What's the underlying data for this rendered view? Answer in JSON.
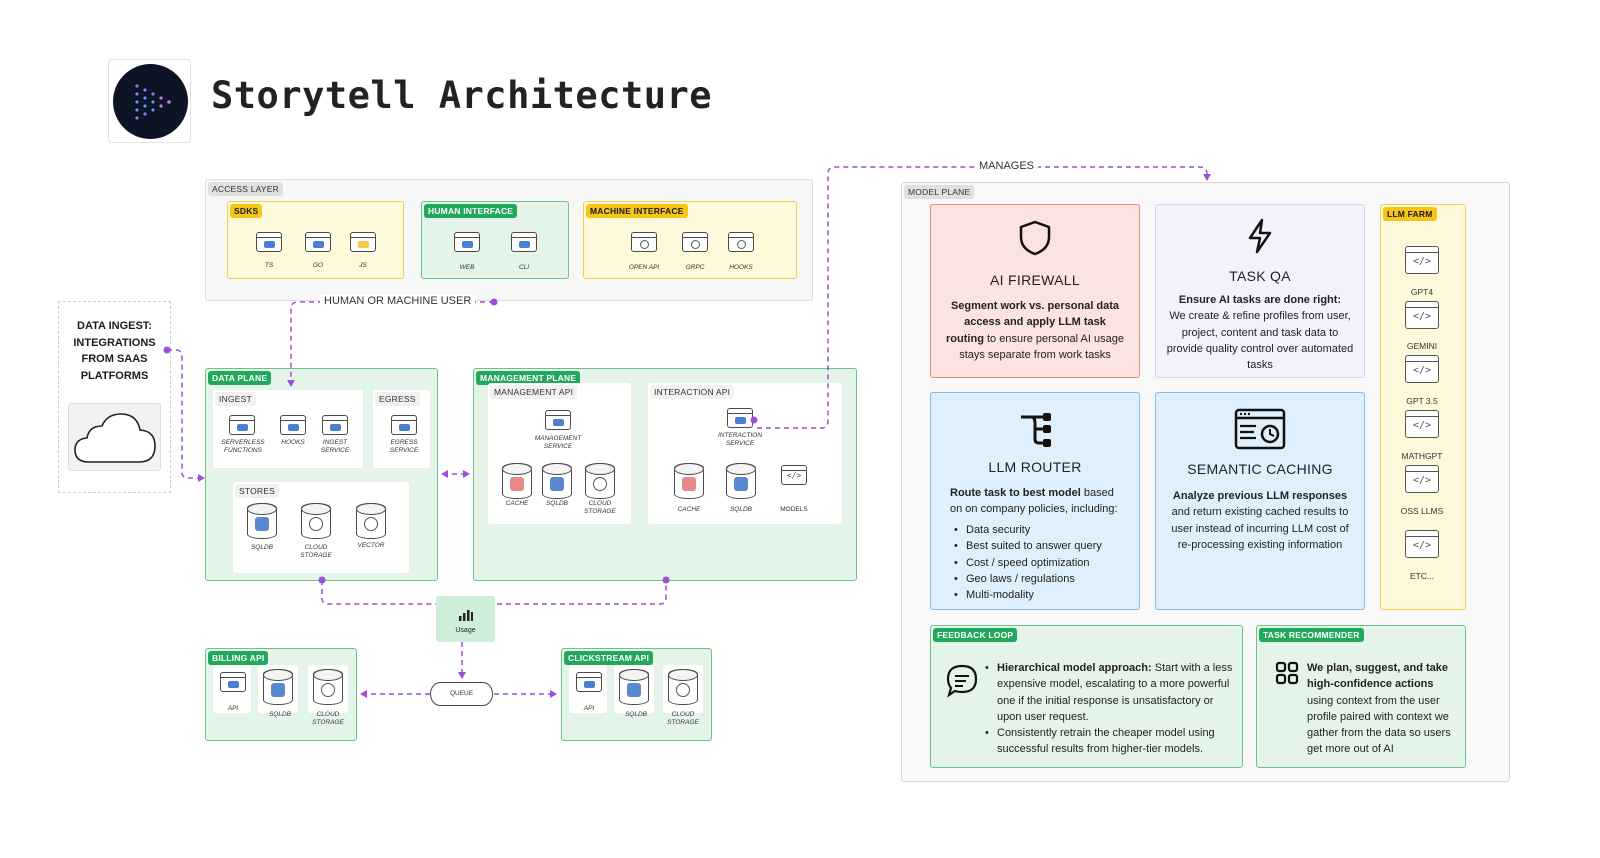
{
  "title": "Storytell Architecture",
  "colors": {
    "green": "#22a85a",
    "yellow": "#f5c518",
    "purple": "#9c4fd9",
    "red": "#e98b7c",
    "blue": "#7fbfe9"
  },
  "data_ingest": {
    "lines": [
      "DATA INGEST:",
      "INTEGRATIONS",
      "FROM SAAS",
      "PLATFORMS"
    ],
    "icon": "cloud-icon"
  },
  "access_layer": {
    "tag": "ACCESS LAYER",
    "sdks": {
      "tag": "SDKS",
      "items": [
        "TS",
        "GO",
        "JS"
      ]
    },
    "human": {
      "tag": "HUMAN INTERFACE",
      "items": [
        "WEB",
        "CLI"
      ]
    },
    "machine": {
      "tag": "MACHINE INTERFACE",
      "items": [
        "OPEN API",
        "GRPC",
        "HOOKS"
      ]
    }
  },
  "user_label": "HUMAN OR MACHINE USER",
  "manages_label": "MANAGES",
  "data_plane": {
    "tag": "DATA PLANE",
    "ingest": {
      "tag": "INGEST",
      "items": [
        "SERVERLESS FUNCTIONS",
        "HOOKS",
        "INGEST SERVICE"
      ]
    },
    "egress": {
      "tag": "EGRESS",
      "items": [
        "EGRESS SERVICE"
      ]
    },
    "stores": {
      "tag": "STORES",
      "items": [
        "SQLDB",
        "CLOUD STORAGE",
        "VECTOR"
      ]
    }
  },
  "management_plane": {
    "tag": "MANAGEMENT PLANE",
    "mgmt_api": {
      "tag": "MANAGEMENT API",
      "service": "MANAGEMENT SERVICE",
      "items": [
        "CACHE",
        "SQLDB",
        "CLOUD STORAGE"
      ]
    },
    "interaction_api": {
      "tag": "INTERACTION API",
      "service": "INTERACTION SERVICE",
      "items": [
        "CACHE",
        "SQLDB",
        "MODELS"
      ]
    }
  },
  "usage": "Usage",
  "queue": "QUEUE",
  "billing_api": {
    "tag": "BILLING API",
    "items": [
      "API",
      "SQLDB",
      "CLOUD STORAGE"
    ]
  },
  "clickstream_api": {
    "tag": "CLICKSTREAM API",
    "items": [
      "API",
      "SQLDB",
      "CLOUD STORAGE"
    ]
  },
  "model_plane": {
    "tag": "MODEL PLANE",
    "ai_firewall": {
      "title": "AI FIREWALL",
      "bold": "Segment work vs. personal data access and apply LLM task routing",
      "text": "to ensure personal AI usage stays separate from work tasks"
    },
    "task_qa": {
      "title": "TASK QA",
      "bold": "Ensure AI tasks are done right:",
      "text": "We create & refine profiles from user, project, content and task data to provide quality control over automated tasks"
    },
    "llm_router": {
      "title": "LLM ROUTER",
      "bold": "Route task to best model",
      "text": "based on on company policies, including:",
      "bullets": [
        "Data security",
        "Best suited to answer query",
        "Cost / speed optimization",
        "Geo laws / regulations",
        "Multi-modality"
      ]
    },
    "semantic_caching": {
      "title": "SEMANTIC CACHING",
      "bold": "Analyze previous LLM responses",
      "text": "and return existing cached results to user instead of incurring LLM cost of re-processing existing information"
    },
    "llm_farm": {
      "tag": "LLM FARM",
      "models": [
        "GPT4",
        "GEMINI",
        "GPT 3.5",
        "MATHGPT",
        "OSS LLMS",
        "ETC..."
      ]
    },
    "feedback_loop": {
      "tag": "FEEDBACK LOOP",
      "b1_bold": "Hierarchical model approach:",
      "b1_text": "Start with a less expensive model, escalating to a more powerful one if the initial response is unsatisfactory or upon user request.",
      "b2_text": "Consistently retrain the cheaper model using successful results from higher-tier models."
    },
    "task_recommender": {
      "tag": "TASK RECOMMENDER",
      "bold": "We plan, suggest, and take high-confidence actions",
      "text": "using context from the user profile paired with context we gather from the data so users get more out of AI"
    }
  }
}
